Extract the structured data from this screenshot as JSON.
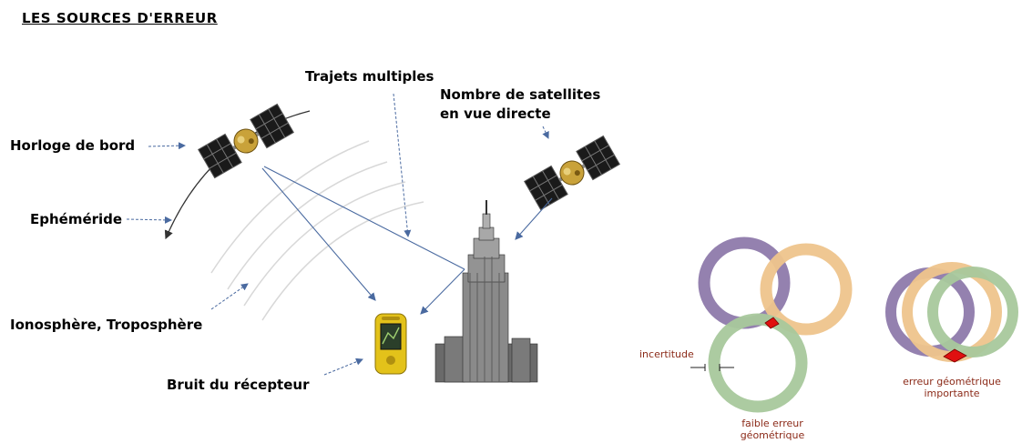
{
  "title": "LES SOURCES D'ERREUR",
  "labels": {
    "horloge": "Horloge de bord",
    "ephemeride": "Ephéméride",
    "iono": "Ionosphère, Troposphère",
    "bruit": "Bruit du récepteur",
    "trajets": "Trajets multiples",
    "nombre_l1": "Nombre de satellites",
    "nombre_l2": "en vue directe"
  },
  "geometry_diagram": {
    "incertitude": "incertitude",
    "faible_l1": "faible erreur",
    "faible_l2": "géométrique",
    "erreur_l1": "erreur géométrique",
    "erreur_l2": "importante"
  },
  "colors": {
    "purple": "#8e7aab",
    "orange": "#eec48c",
    "green": "#a8c89c",
    "red_fill": "#e01010",
    "arrow": "#4a6aa0",
    "label_red": "#8b2a18"
  }
}
